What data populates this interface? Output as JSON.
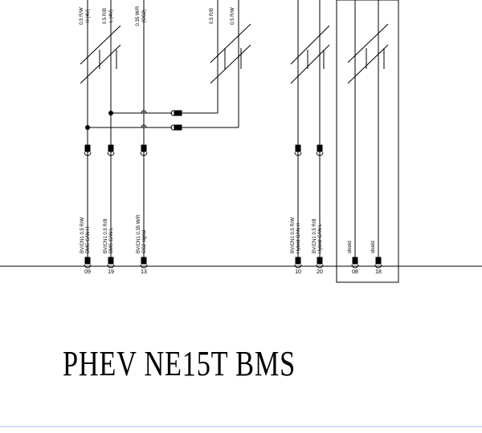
{
  "diagram": {
    "title": "PHEV NE15T BMS",
    "accent_color": "#000000",
    "top_wire_labels": [
      {
        "id": "w1",
        "text": "0.5 R/W"
      },
      {
        "id": "w1b",
        "text": "H (4V)"
      },
      {
        "id": "w2",
        "text": "0.5 R/B"
      },
      {
        "id": "w2b",
        "text": "L (4V)"
      },
      {
        "id": "w3",
        "text": "0.35 W/R"
      },
      {
        "id": "w3b",
        "text": "(CC2)"
      },
      {
        "id": "w4",
        "text": "0.5 R/B"
      },
      {
        "id": "w5",
        "text": "0.5 R/W"
      }
    ],
    "connector_labels": [
      {
        "id": "c1",
        "lines": [
          "BV/CN1 0.5 R/W",
          "BMS CAN H"
        ]
      },
      {
        "id": "c2",
        "lines": [
          "BV/CN1 0.5 R/B",
          "BMS CAN L"
        ]
      },
      {
        "id": "c3",
        "lines": [
          "BV/CN1 0.35 W/R",
          "CC2 signal"
        ]
      },
      {
        "id": "c4",
        "lines": [
          "BV/CN1 0.5 R/W",
          "Hybrid CAN H"
        ]
      },
      {
        "id": "c5",
        "lines": [
          "BV/CN1 0.5 R/B",
          "Hybrid CAN L"
        ]
      },
      {
        "id": "c6",
        "lines": [
          "shield"
        ]
      },
      {
        "id": "c7",
        "lines": [
          "shield"
        ]
      }
    ],
    "pin_numbers": [
      "09",
      "19",
      "13",
      "10",
      "20",
      "08",
      "18"
    ]
  }
}
